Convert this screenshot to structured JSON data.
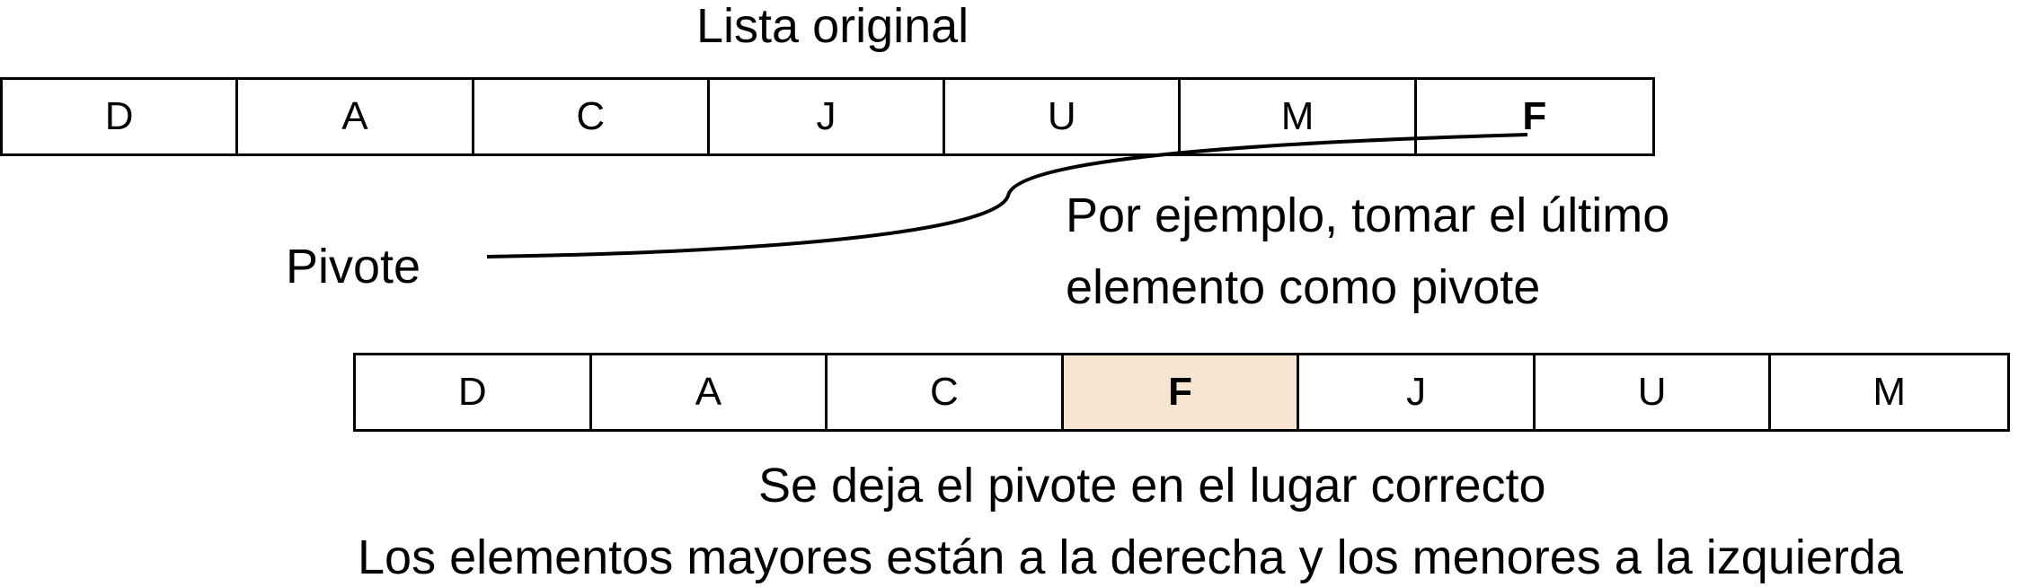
{
  "title": "Lista original",
  "original_list": [
    "D",
    "A",
    "C",
    "J",
    "U",
    "M",
    "F"
  ],
  "original_bold_index": 6,
  "pivot_label": "Pivote",
  "pivot_note_line1": "Por ejemplo, tomar el último",
  "pivot_note_line2": "elemento como pivote",
  "result_list": [
    "D",
    "A",
    "C",
    "F",
    "J",
    "U",
    "M"
  ],
  "result_pivot_index": 3,
  "result_line1": "Se deja el pivote en el lugar correcto",
  "result_line2": "Los elementos mayores están a la derecha y los menores a la izquierda",
  "colors": {
    "pivot_highlight": "#f8e5d1",
    "border": "#000000"
  }
}
